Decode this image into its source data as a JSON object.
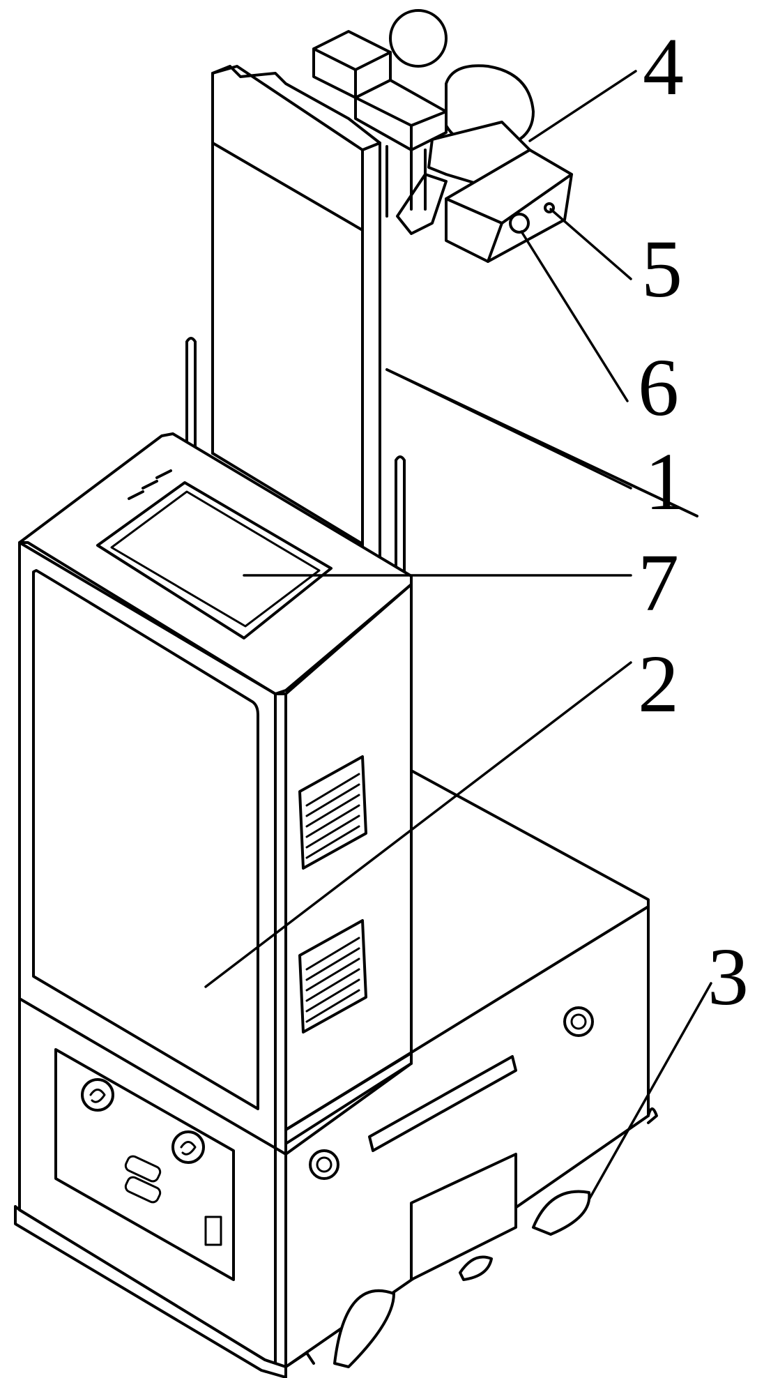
{
  "callouts": [
    {
      "id": "lift-column",
      "text": "1"
    },
    {
      "id": "cabinet-body",
      "text": "2"
    },
    {
      "id": "drive-wheel",
      "text": "3"
    },
    {
      "id": "arm-joint",
      "text": "4"
    },
    {
      "id": "sensor-head",
      "text": "5"
    },
    {
      "id": "camera-lens",
      "text": "6"
    },
    {
      "id": "touch-display",
      "text": "7"
    }
  ],
  "colors": {
    "stroke": "#000000",
    "background": "#ffffff"
  }
}
